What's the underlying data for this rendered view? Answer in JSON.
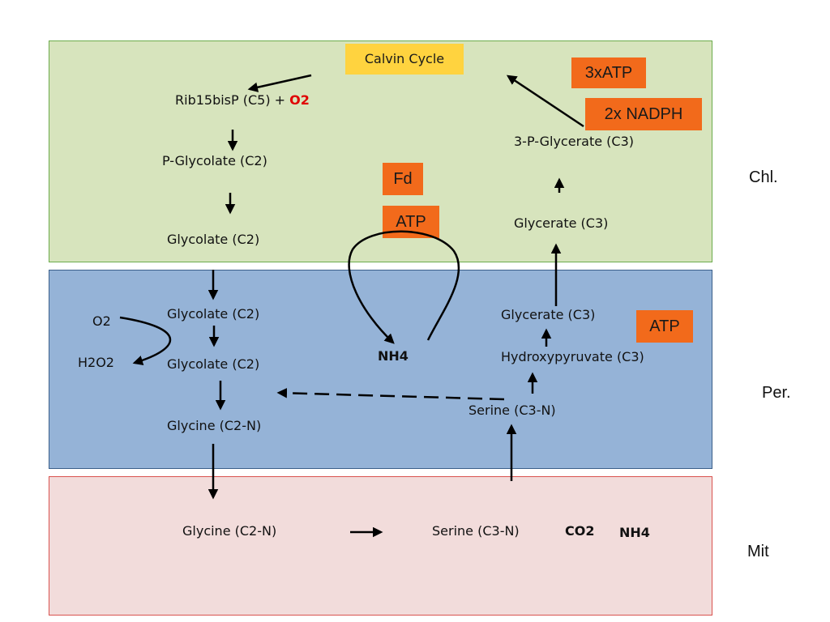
{
  "compartments": {
    "chloroplast": "Chl.",
    "peroxisome": "Per.",
    "mitochondrion": "Mit"
  },
  "chloroplast": {
    "calvin_cycle": "Calvin Cycle",
    "rib15bisp": "Rib15bisP (C5) + ",
    "o2": "O2",
    "p_glycolate": "P-Glycolate (C2)",
    "glycolate": "Glycolate (C2)",
    "three_p_glycerate": "3-P-Glycerate (C3)",
    "glycerate": "Glycerate (C3)",
    "atp3x": "3xATP",
    "nadph2x": "2x NADPH",
    "fd": "Fd",
    "atp": "ATP"
  },
  "peroxisome": {
    "o2": "O2",
    "h2o2": "H2O2",
    "glycolate_1": "Glycolate (C2)",
    "glycolate_2": "Glycolate (C2)",
    "glycine": "Glycine (C2-N)",
    "nh4": "NH4",
    "glycerate": "Glycerate (C3)",
    "atp": "ATP",
    "hydroxypyruvate": "Hydroxypyruvate (C3)",
    "serine": "Serine (C3-N)"
  },
  "mitochondrion": {
    "glycine": "Glycine (C2-N)",
    "serine": "Serine (C3-N)",
    "co2": "CO2",
    "nh4": "NH4"
  },
  "colors": {
    "chloroplast_fill": "#d7e4bd",
    "peroxisome_fill": "#95b3d7",
    "mitochondrion_fill": "#f2dcdb",
    "energy_box": "#f26a1b",
    "calvin_box": "#ffd33f",
    "oxygen_red": "#e00000"
  }
}
